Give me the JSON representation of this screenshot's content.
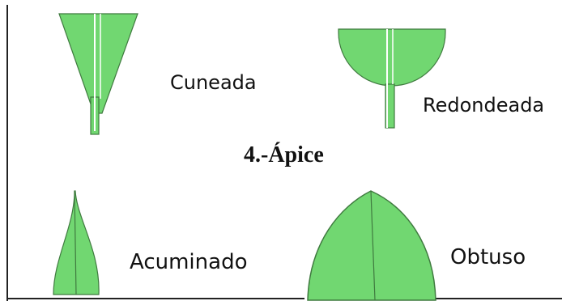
{
  "title": "4.-Ápice",
  "shapes": [
    {
      "id": "cuneada",
      "label": "Cuneada"
    },
    {
      "id": "redondeada",
      "label": "Redondeada"
    },
    {
      "id": "acuminado",
      "label": "Acuminado"
    },
    {
      "id": "obtuso",
      "label": "Obtuso"
    }
  ],
  "colors": {
    "leaf_fill": "#71d771",
    "leaf_outline": "#3f7a3f",
    "midrib": "#ffffff",
    "frame": "#222222",
    "text": "#111111"
  }
}
